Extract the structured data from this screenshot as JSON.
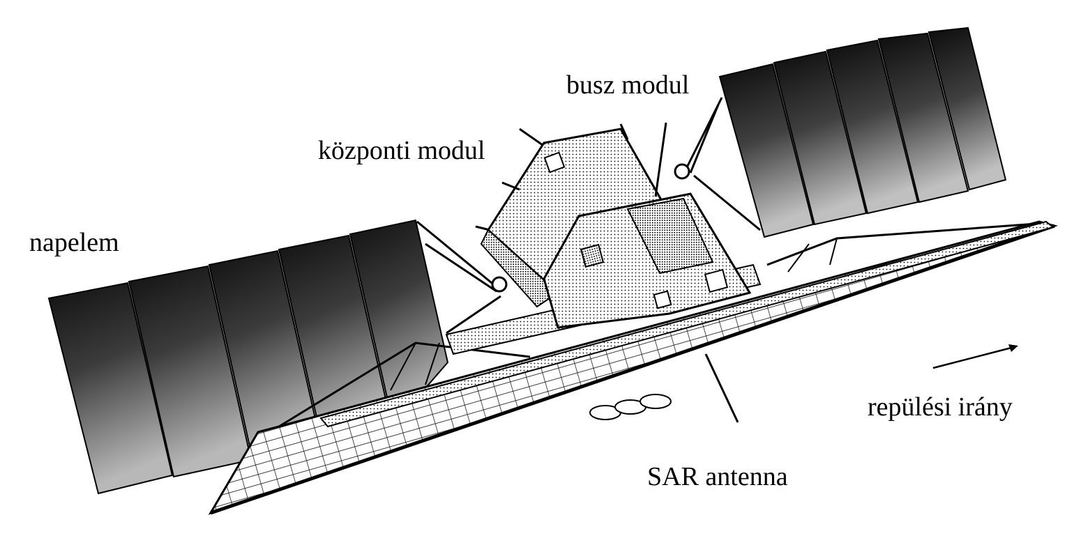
{
  "labels": {
    "solar_panel": "napelem",
    "central_module": "központi modul",
    "bus_module": "busz modul",
    "flight_direction": "repülési irány",
    "sar_antenna": "SAR antenna"
  },
  "colors": {
    "ink": "#000000",
    "background": "#ffffff"
  }
}
